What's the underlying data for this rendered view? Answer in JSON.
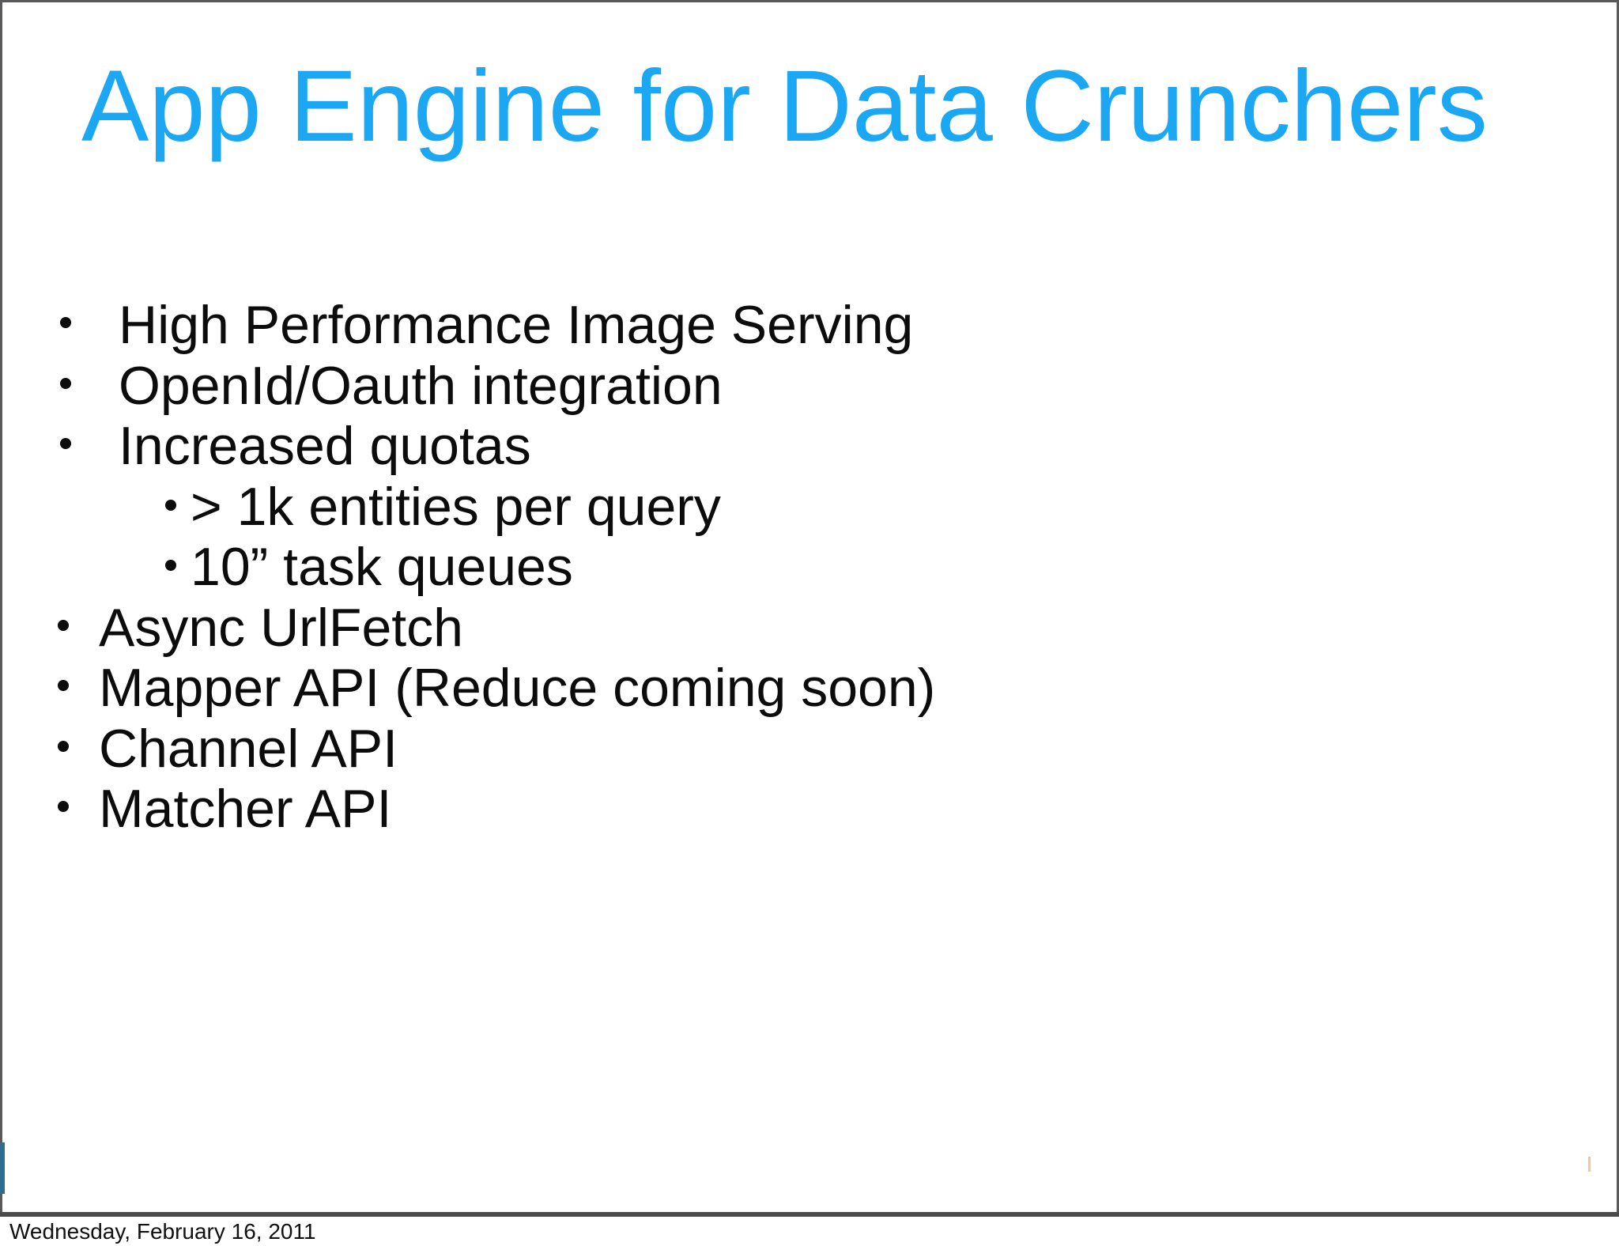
{
  "slide": {
    "title": "App Engine for Data Crunchers",
    "bullets": [
      {
        "level": 1,
        "text": "High Performance Image Serving"
      },
      {
        "level": 1,
        "text": "OpenId/Oauth integration"
      },
      {
        "level": 1,
        "text": "Increased quotas"
      },
      {
        "level": 2,
        "text": "> 1k entities per query"
      },
      {
        "level": 2,
        "text": "10” task queues"
      },
      {
        "level": 1,
        "text": "Async UrlFetch"
      },
      {
        "level": 1,
        "text": "Mapper API (Reduce coming soon)"
      },
      {
        "level": 1,
        "text": "Channel API"
      },
      {
        "level": 1,
        "text": "Matcher API"
      }
    ]
  },
  "footer": {
    "date": "Wednesday, February 16, 2011"
  },
  "colors": {
    "title_color": "#1CA7F2",
    "body_text": "#0c0c0c",
    "frame": "#59595b",
    "frame_bottom": "#4b4b4e",
    "left_mark": "#2d6e8e",
    "right_mark": "#f1c795"
  }
}
